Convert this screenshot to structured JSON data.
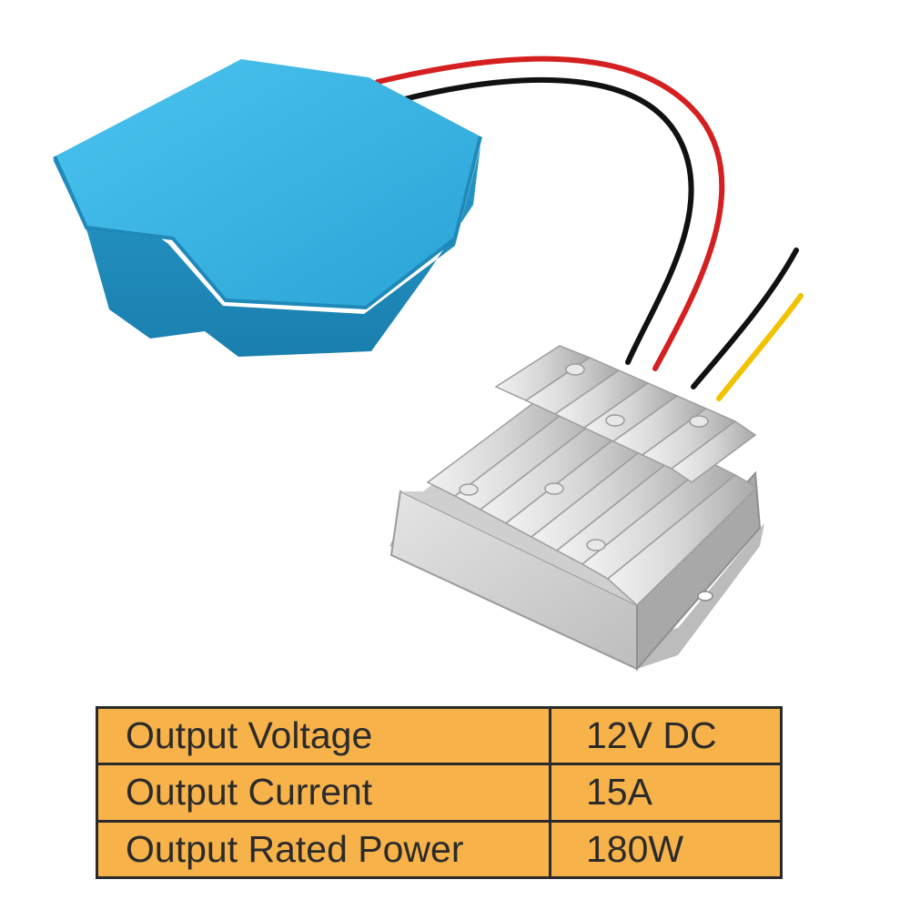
{
  "colors": {
    "battery_adapter": "#27a8d8",
    "heatsink": "#d9d9d9",
    "wire_red": "#d42020",
    "wire_black": "#111111",
    "wire_yellow": "#f2c200",
    "table_fill": "#f7b24a",
    "table_border": "#2a2a2a"
  },
  "specs": [
    {
      "label": "Output Voltage",
      "value": "12V DC"
    },
    {
      "label": "Output Current",
      "value": "15A"
    },
    {
      "label": "Output Rated Power",
      "value": "180W"
    }
  ]
}
